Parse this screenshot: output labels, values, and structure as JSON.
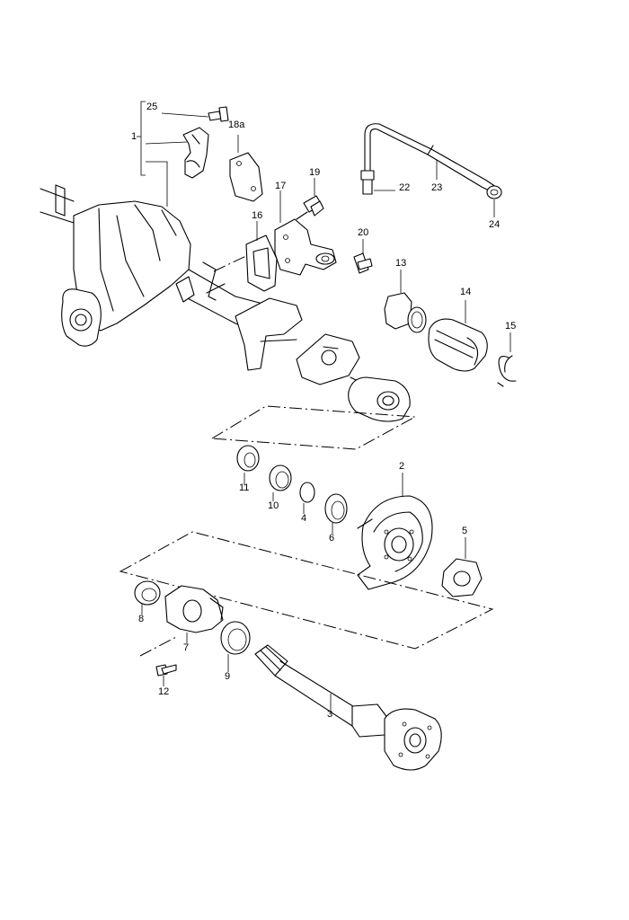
{
  "diagram": {
    "labels": {
      "p1": "1",
      "p2": "2",
      "p3": "3",
      "p4": "4",
      "p5": "5",
      "p6": "6",
      "p7": "7",
      "p8": "8",
      "p9": "9",
      "p10": "10",
      "p11": "11",
      "p12": "12",
      "p13": "13",
      "p14": "14",
      "p15": "15",
      "p16": "16",
      "p17": "17",
      "p18a": "18a",
      "p19": "19",
      "p20": "20",
      "p22": "22",
      "p23": "23",
      "p24": "24",
      "p25": "25"
    }
  }
}
